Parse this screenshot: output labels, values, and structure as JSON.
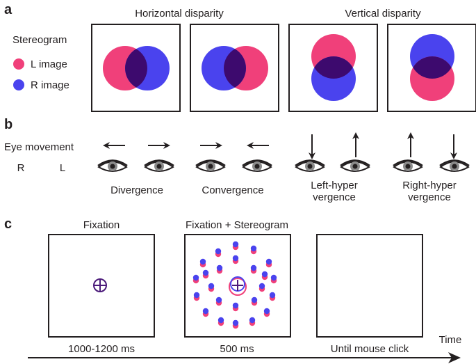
{
  "panel_a": {
    "letter": "a",
    "horizontal_title": "Horizontal disparity",
    "vertical_title": "Vertical disparity",
    "legend": {
      "title": "Stereogram",
      "l_label": "L image",
      "r_label": "R image"
    }
  },
  "panel_b": {
    "letter": "b",
    "eye_movement_label": "Eye movement",
    "right_eye_label": "R",
    "left_eye_label": "L",
    "movements": [
      {
        "line1": "Divergence",
        "line2": ""
      },
      {
        "line1": "Convergence",
        "line2": ""
      },
      {
        "line1": "Left-hyper",
        "line2": "vergence"
      },
      {
        "line1": "Right-hyper",
        "line2": "vergence"
      }
    ]
  },
  "panel_c": {
    "letter": "c",
    "screens": [
      {
        "title": "Fixation",
        "duration": "1000-1200 ms"
      },
      {
        "title": "Fixation + Stereogram",
        "duration": "500 ms"
      },
      {
        "title": "",
        "duration": "Until mouse click"
      }
    ],
    "time_label": "Time"
  },
  "colors": {
    "l_image": "#f0407a",
    "r_image": "#4a43ee",
    "overlap": "#3d0a6e",
    "ink": "#231f20",
    "fixation_circle": "#4b1a7a"
  }
}
